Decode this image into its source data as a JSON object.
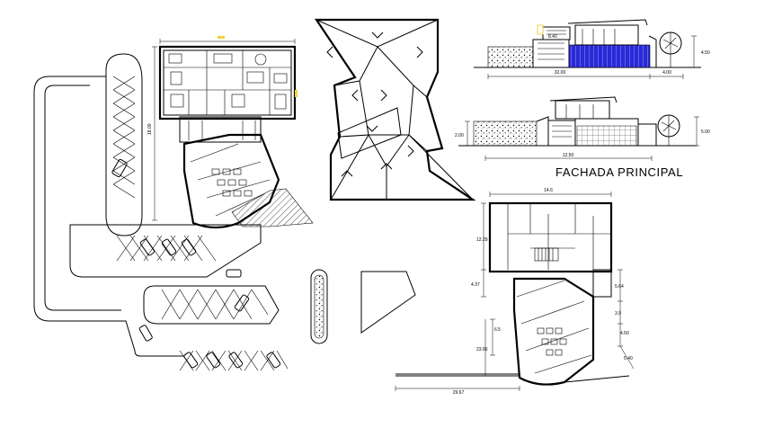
{
  "drawing": {
    "elevation_title": "FACHADA PRINCIPAL"
  },
  "colors": {
    "linework": "#000000",
    "background": "#ffffff",
    "glazing": "#2a2ad8",
    "accent_marks": "#f2d23c"
  },
  "dimensions": {
    "elev1_width": "32.00",
    "elev1_side": "4.00",
    "elev1_height": "4.50",
    "elev1_top": "8.40",
    "elev2_width": "12.50",
    "elev2_height": "5.00",
    "elev2_side": "2.00",
    "plan_top": "14.6",
    "plan_left_a": "12.29",
    "plan_left_b": "4.37",
    "plan_left_c": "6.5",
    "plan_left_d": "23.66",
    "plan_bottom": "29.67",
    "plan_right_a": "5.64",
    "plan_right_b": "3.9",
    "plan_right_c": "4.50",
    "plan_right_d": "5.40",
    "site_height": "18.00"
  }
}
